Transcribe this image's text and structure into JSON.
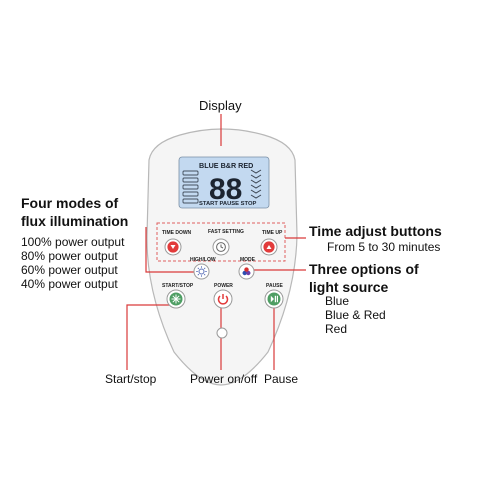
{
  "callouts": {
    "display": "Display",
    "flux": {
      "title_line1": "Four modes of",
      "title_line2": "flux illumination",
      "items": [
        "100% power output",
        "80% power output",
        "60% power output",
        "40% power output"
      ]
    },
    "time": {
      "title": "Time adjust buttons",
      "subtitle": "From 5 to 30 minutes"
    },
    "light": {
      "title_line1": "Three options of",
      "title_line2": "light source",
      "items": [
        "Blue",
        "Blue & Red",
        "Red"
      ]
    },
    "bottom": {
      "start_stop": "Start/stop",
      "power": "Power on/off",
      "pause": "Pause"
    }
  },
  "remote": {
    "lcd": {
      "header": "BLUE B&R RED",
      "digits": "88",
      "footer": "START PAUSE STOP"
    },
    "buttons": {
      "time_down": "TIME DOWN",
      "fast_setting": "FAST SETTING",
      "time_up": "TIME UP",
      "high_low": "HIGH/LOW",
      "mode": "MODE",
      "start_stop": "START/STOP",
      "power": "POWER",
      "pause": "PAUSE"
    }
  },
  "colors": {
    "callout_line": "#d93a3a",
    "lcd_background": "#c3d9f0",
    "button_red": "#e23b3b",
    "button_green": "#4e9e63"
  }
}
